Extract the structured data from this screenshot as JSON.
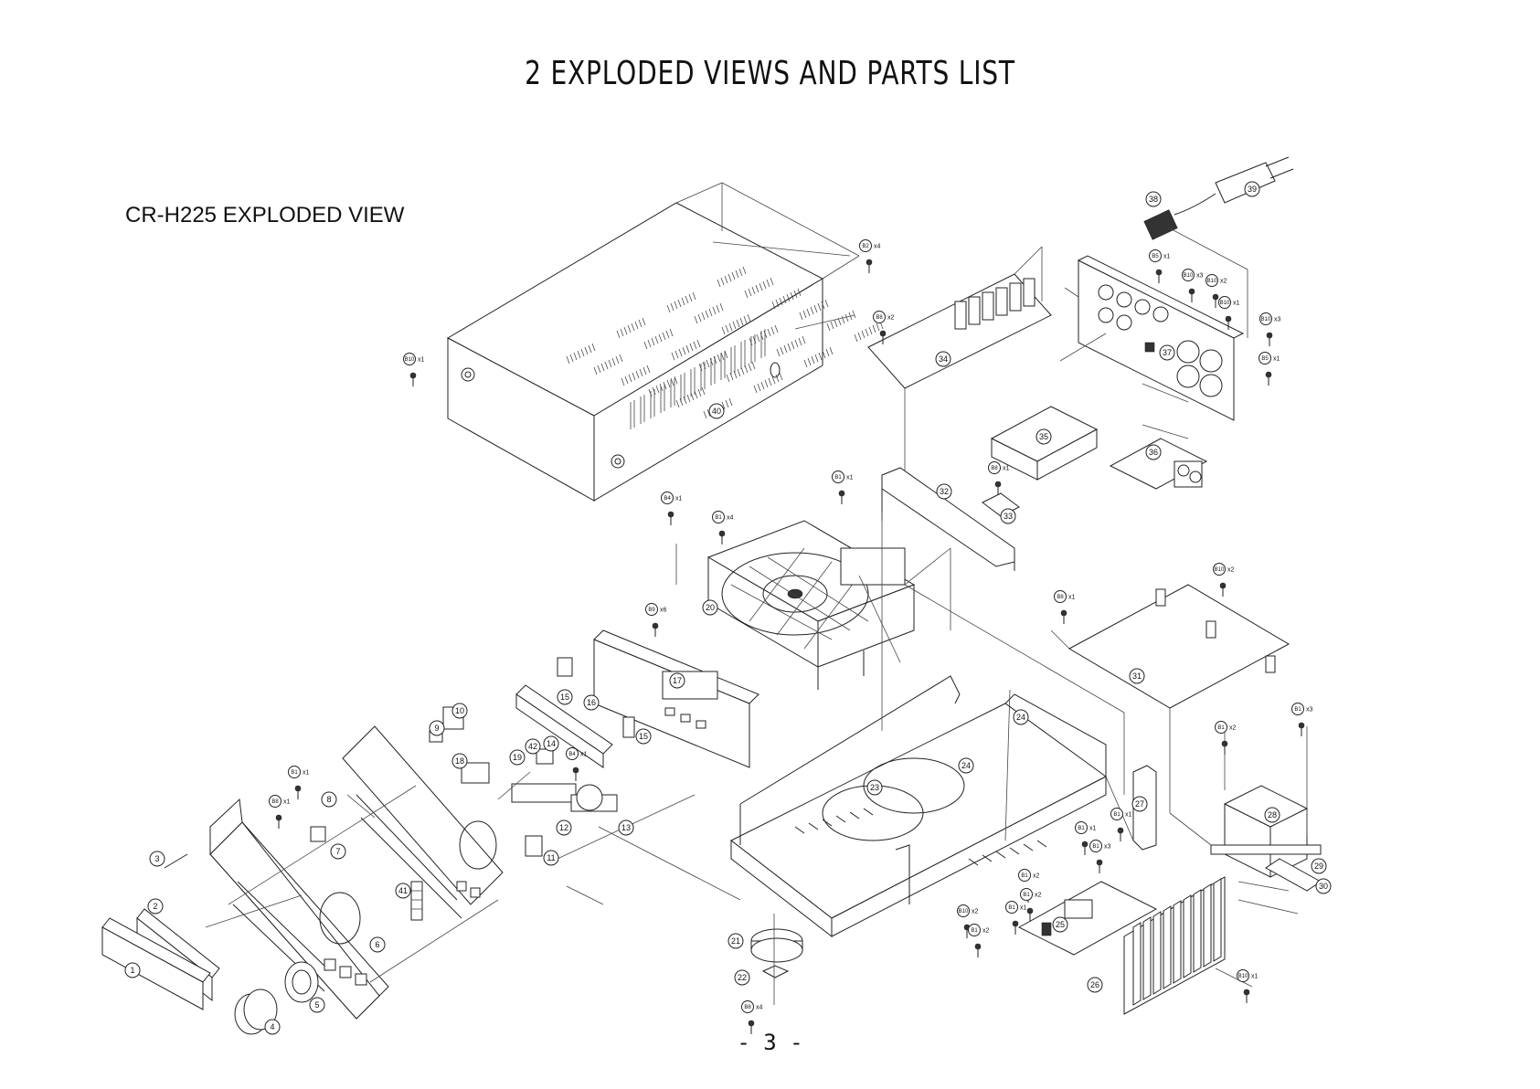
{
  "header": {
    "title": "2  EXPLODED VIEWS AND PARTS LIST"
  },
  "diagram": {
    "subtitle": "CR-H225 EXPLODED VIEW",
    "parts": [
      "1",
      "2",
      "3",
      "4",
      "5",
      "6",
      "7",
      "8",
      "9",
      "10",
      "11",
      "12",
      "13",
      "14",
      "15",
      "15",
      "16",
      "17",
      "18",
      "19",
      "20",
      "21",
      "22",
      "23",
      "24",
      "24",
      "25",
      "26",
      "27",
      "28",
      "29",
      "30",
      "31",
      "32",
      "33",
      "34",
      "35",
      "36",
      "37",
      "38",
      "39",
      "40",
      "41",
      "42"
    ],
    "screws": [
      {
        "code": "B2",
        "qty": "x4"
      },
      {
        "code": "B10",
        "qty": "x1"
      },
      {
        "code": "B4",
        "qty": "x1"
      },
      {
        "code": "B8",
        "qty": "x2"
      },
      {
        "code": "B5",
        "qty": "x1"
      },
      {
        "code": "B10",
        "qty": "x3"
      },
      {
        "code": "B10",
        "qty": "x2"
      },
      {
        "code": "B10",
        "qty": "x1"
      },
      {
        "code": "B10",
        "qty": "x3"
      },
      {
        "code": "B5",
        "qty": "x1"
      },
      {
        "code": "B8",
        "qty": "x1"
      },
      {
        "code": "B1",
        "qty": "x1"
      },
      {
        "code": "B1",
        "qty": "x4"
      },
      {
        "code": "B9",
        "qty": "x6"
      },
      {
        "code": "B10",
        "qty": "x2"
      },
      {
        "code": "B8",
        "qty": "x1"
      },
      {
        "code": "B4",
        "qty": "x1"
      },
      {
        "code": "B1",
        "qty": "x1"
      },
      {
        "code": "B8",
        "qty": "x1"
      },
      {
        "code": "B1",
        "qty": "x1"
      },
      {
        "code": "B1",
        "qty": "x3"
      },
      {
        "code": "B1",
        "qty": "x1"
      },
      {
        "code": "B1",
        "qty": "x2"
      },
      {
        "code": "B1",
        "qty": "x3"
      },
      {
        "code": "B1",
        "qty": "x2"
      },
      {
        "code": "B1",
        "qty": "x1"
      },
      {
        "code": "B1",
        "qty": "x2"
      },
      {
        "code": "B10",
        "qty": "x2"
      },
      {
        "code": "B1",
        "qty": "x2"
      },
      {
        "code": "B8",
        "qty": "x4"
      },
      {
        "code": "B10",
        "qty": "x1"
      }
    ]
  },
  "footer": {
    "page_label": "- 3 -"
  }
}
